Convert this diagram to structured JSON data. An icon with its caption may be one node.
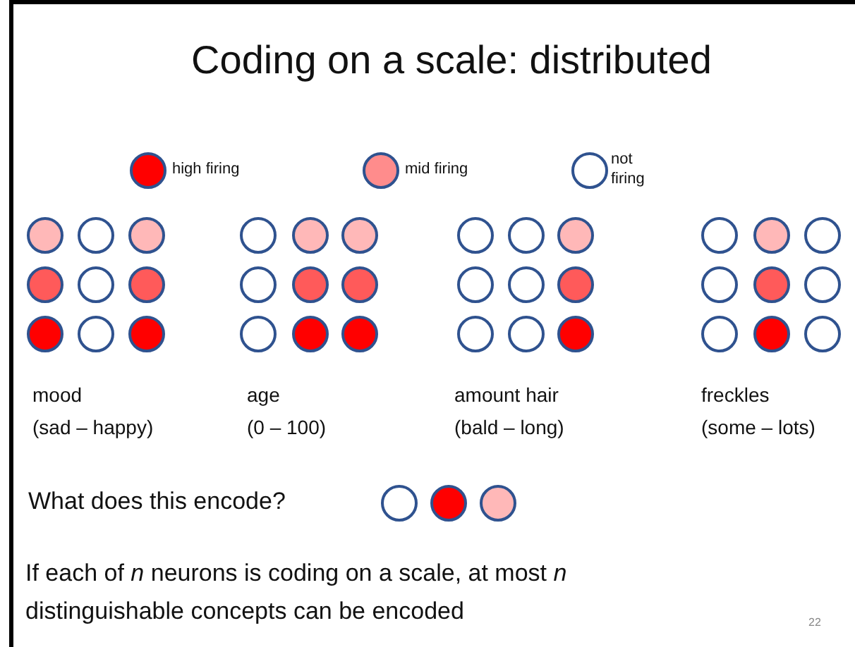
{
  "diagram": {
    "title": "Coding on a scale: distributed",
    "legend": [
      {
        "text": "high firing",
        "color": "#ff0000"
      },
      {
        "text": "mid firing",
        "color": "#ff8c8c"
      },
      {
        "text": "not firing",
        "color": "#ffffff"
      }
    ],
    "labels": [
      "mood",
      "(sad – happy)",
      "age",
      "(0 – 100)",
      "amount hair",
      "(bald – long)",
      "freckles",
      "(some – lots)",
      "What does this encode?",
      "If each of *n* neurons is coding on a scale, at most *n* distinguishable concepts can be encoded",
      "22"
    ]
  }
}
